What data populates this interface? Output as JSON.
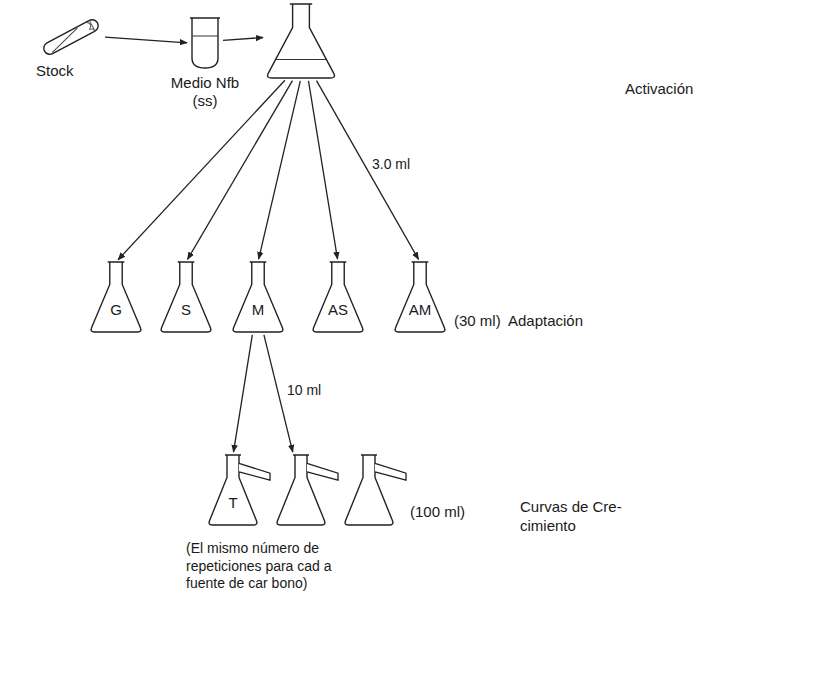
{
  "diagram": {
    "nodes": [
      {
        "text": [
          "Stock"
        ]
      },
      {
        "text": [
          "Medio Nfb (ss)"
        ]
      },
      {
        "text": []
      },
      {
        "text": [
          "G"
        ]
      },
      {
        "text": [
          "S"
        ]
      },
      {
        "text": [
          "M"
        ]
      },
      {
        "text": [
          "AS"
        ]
      },
      {
        "text": [
          "AM",
          "(30 ml)"
        ]
      },
      {
        "text": [
          "T"
        ]
      },
      {
        "text": []
      },
      {
        "text": [
          "(100 ml)"
        ]
      }
    ],
    "edges": [
      {
        "from": 0,
        "to": 1,
        "arrow": "to"
      },
      {
        "from": 1,
        "to": 2,
        "arrow": "to"
      },
      {
        "from": 2,
        "to": 3,
        "arrow": "to"
      },
      {
        "from": 2,
        "to": 4,
        "arrow": "to"
      },
      {
        "from": 2,
        "to": 5,
        "arrow": "to"
      },
      {
        "from": 2,
        "to": 6,
        "arrow": "to"
      },
      {
        "from": 2,
        "to": 7,
        "label": "3.0 ml",
        "arrow": "to"
      },
      {
        "from": 5,
        "to": 8,
        "arrow": "to"
      },
      {
        "from": 5,
        "to": 9,
        "label": "10 ml",
        "arrow": "to"
      }
    ],
    "labels": [
      "Activación",
      "Adaptación",
      "Curvas de Cre- cimiento",
      "(El mismo número de repeticiones para cad a fuente de car bono)"
    ]
  }
}
